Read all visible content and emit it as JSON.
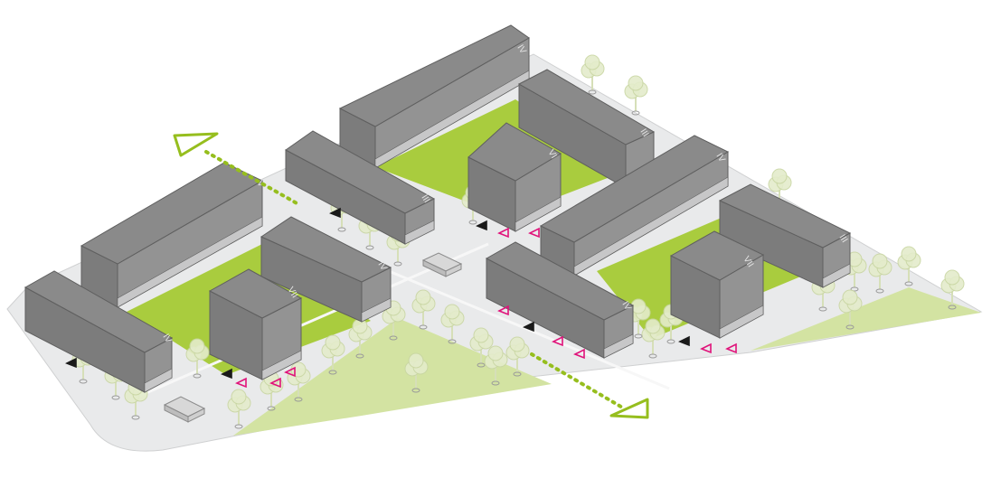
{
  "colors": {
    "background": "#ffffff",
    "ground": "#e9eaeb",
    "ground_edge": "#cfd0d1",
    "courtyard": "#a9cc3e",
    "courtyard_light": "#c9de8a",
    "park": "#d3e3a2",
    "roof": "#8a8a8a",
    "side_front": "#7c7c7c",
    "side_right": "#939393",
    "edge": "#5f5f5f",
    "ground_floor": "#c7c7c8",
    "tree": "#e4eccb",
    "tree_stroke": "#c9d6a3",
    "axis": "#96be1e",
    "entrance": "#e0127a",
    "entrance_dark": "#1a1a1a"
  },
  "floor_labels": {
    "b1": "IV",
    "b2": "V",
    "b3": "VII",
    "b4": "IV",
    "b5": "III",
    "b6": "IV",
    "b7": "VI",
    "b8": "III",
    "b9": "IV",
    "b10": "IV",
    "b11": "III",
    "b12": "VII"
  },
  "icons": {
    "axis_start": "triangle-outline-icon",
    "axis_end": "triangle-outline-icon",
    "entrance": "entrance-marker-icon",
    "tree": "tree-icon"
  }
}
